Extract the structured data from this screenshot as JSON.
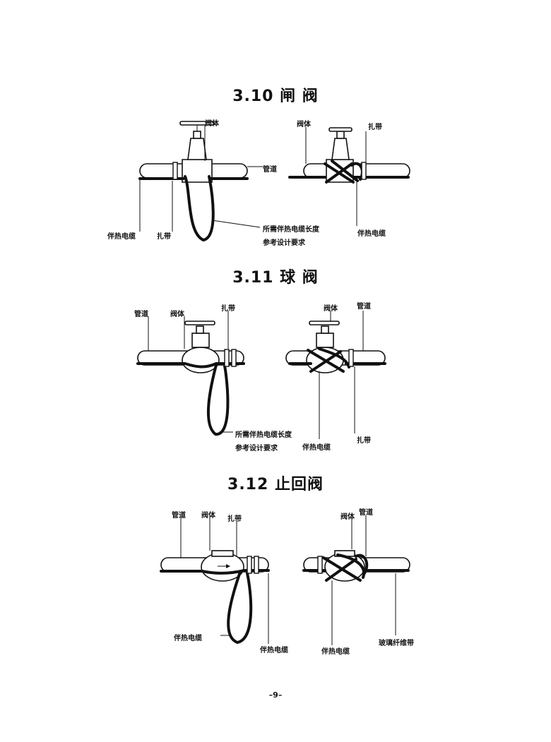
{
  "sections": [
    {
      "title": "3.10  闸  阀",
      "left": {
        "valve_body": "阀体",
        "pipe": "管道",
        "cable": "伴热电缆",
        "tie": "扎带",
        "note_line1": "所需伴热电缆长度",
        "note_line2": "参考设计要求"
      },
      "right": {
        "valve_body": "阀体",
        "tie": "扎带",
        "cable": "伴热电缆"
      }
    },
    {
      "title": "3.11  球  阀",
      "left": {
        "pipe": "管道",
        "valve_body": "阀体",
        "tie": "扎带",
        "note_line1": "所需伴热电缆长度",
        "note_line2": "参考设计要求"
      },
      "right": {
        "valve_body": "阀体",
        "pipe": "管道",
        "cable": "伴热电缆",
        "tie": "扎带"
      }
    },
    {
      "title": "3.12  止回阀",
      "left": {
        "pipe": "管道",
        "valve_body": "阀体",
        "tie": "扎带",
        "cable_a": "伴热电缆",
        "cable_b": "伴热电缆"
      },
      "right": {
        "valve_body": "阀体",
        "pipe": "管道",
        "cable": "伴热电缆",
        "tape": "玻璃纤维带"
      }
    }
  ],
  "page_number": "–9–"
}
